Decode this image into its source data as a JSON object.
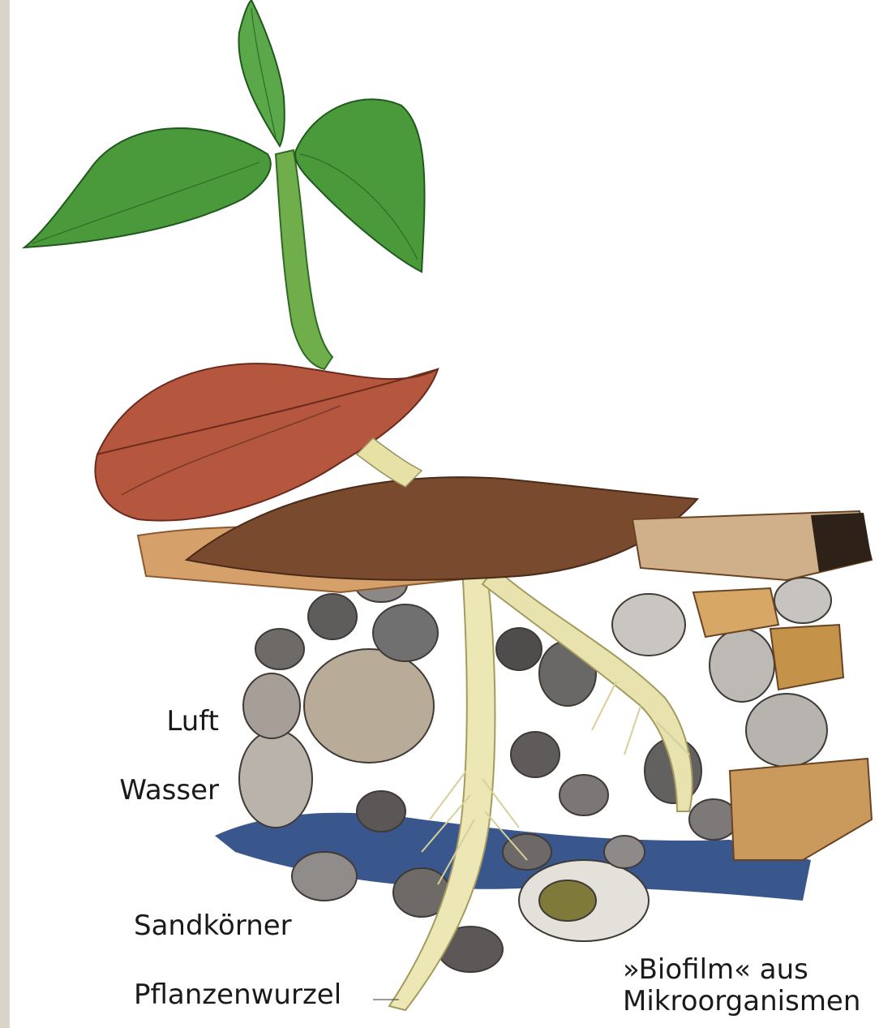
{
  "labels": {
    "luft": "Luft",
    "wasser": "Wasser",
    "sandkoerner": "Sandkörner",
    "pflanzenwurzel": "Pflanzenwurzel",
    "biofilm_line1": "»Biofilm« aus",
    "biofilm_line2": "Mikroorganismen"
  },
  "colors": {
    "leaf_green": "#4a9a3c",
    "stem_green": "#6fae4a",
    "dead_leaf_red": "#b5563f",
    "dead_leaf_brown": "#7a4a2e",
    "pebble_gray": "#8f8c8a",
    "water_blue": "#1f3f7a",
    "root_cream": "#ece7b5",
    "wood_tan": "#c99a5c"
  }
}
